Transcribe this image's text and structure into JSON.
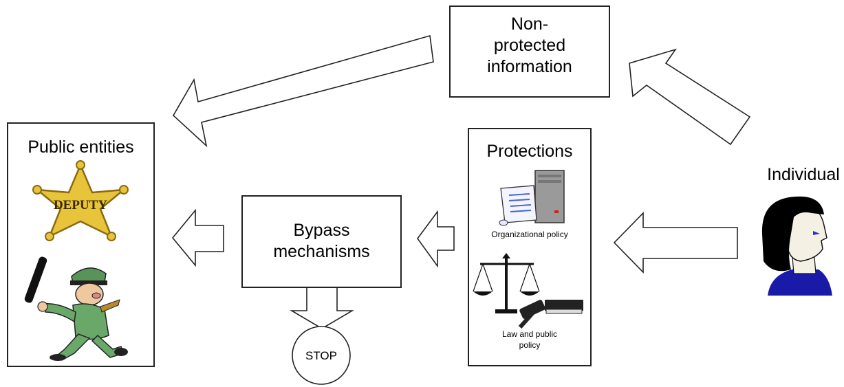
{
  "nodes": {
    "public_entities": {
      "title": "Public entities",
      "badge_text": "DEPUTY"
    },
    "non_protected": {
      "line1": "Non-",
      "line2": "protected",
      "line3": "information"
    },
    "protections": {
      "title": "Protections",
      "organizational_policy": "Organizational policy",
      "law_policy_line1": "Law and public",
      "law_policy_line2": "policy"
    },
    "bypass": {
      "line1": "Bypass",
      "line2": "mechanisms"
    },
    "stop": {
      "label": "STOP"
    },
    "individual": {
      "title": "Individual"
    }
  },
  "edges": [
    {
      "from": "individual",
      "to": "protections"
    },
    {
      "from": "protections",
      "to": "bypass"
    },
    {
      "from": "bypass",
      "to": "public_entities"
    },
    {
      "from": "bypass",
      "to": "stop"
    },
    {
      "from": "individual",
      "to": "non_protected"
    },
    {
      "from": "non_protected",
      "to": "public_entities"
    }
  ],
  "colors": {
    "badge_gold": "#e8c43a",
    "badge_outline": "#8a6a10",
    "officer_green": "#6aa86a",
    "hair": "#000000",
    "shirt": "#1a1aa8",
    "eye": "#2233cc",
    "server_gray": "#9a9a9a"
  }
}
